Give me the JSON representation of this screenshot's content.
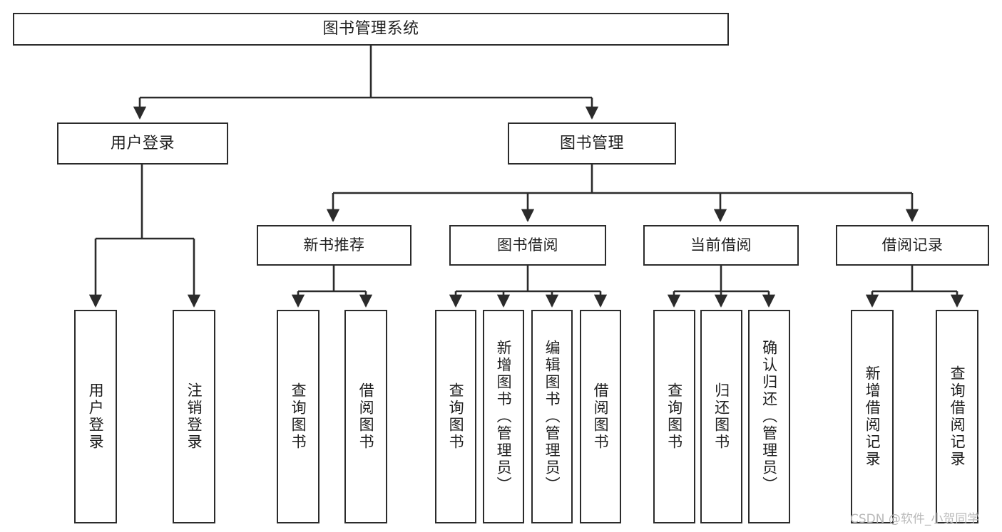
{
  "diagram": {
    "title": "图书管理系统",
    "watermark": "CSDN @软件_小贺同学",
    "line_color": "#2b2b2b",
    "text_color": "#1f1f1f",
    "background": "#ffffff",
    "nodes": {
      "root": "图书管理系统",
      "level2": {
        "user_login": "用户登录",
        "book_management": "图书管理"
      },
      "level3": {
        "new_book_recommend": "新书推荐",
        "book_borrow": "图书借阅",
        "current_borrow": "当前借阅",
        "borrow_record": "借阅记录"
      },
      "leaves": {
        "user_login_1": "用户登录",
        "user_login_2": "注销登录",
        "new_book_1": "查询图书",
        "new_book_2": "借阅图书",
        "borrow_1": "查询图书",
        "borrow_2": "新增图书（管理员）",
        "borrow_3": "编辑图书（管理员）",
        "borrow_4": "借阅图书",
        "current_1": "查询图书",
        "current_2": "归还图书",
        "current_3": "确认归还（管理员）",
        "record_1": "新增借阅记录",
        "record_2": "查询借阅记录"
      }
    }
  }
}
